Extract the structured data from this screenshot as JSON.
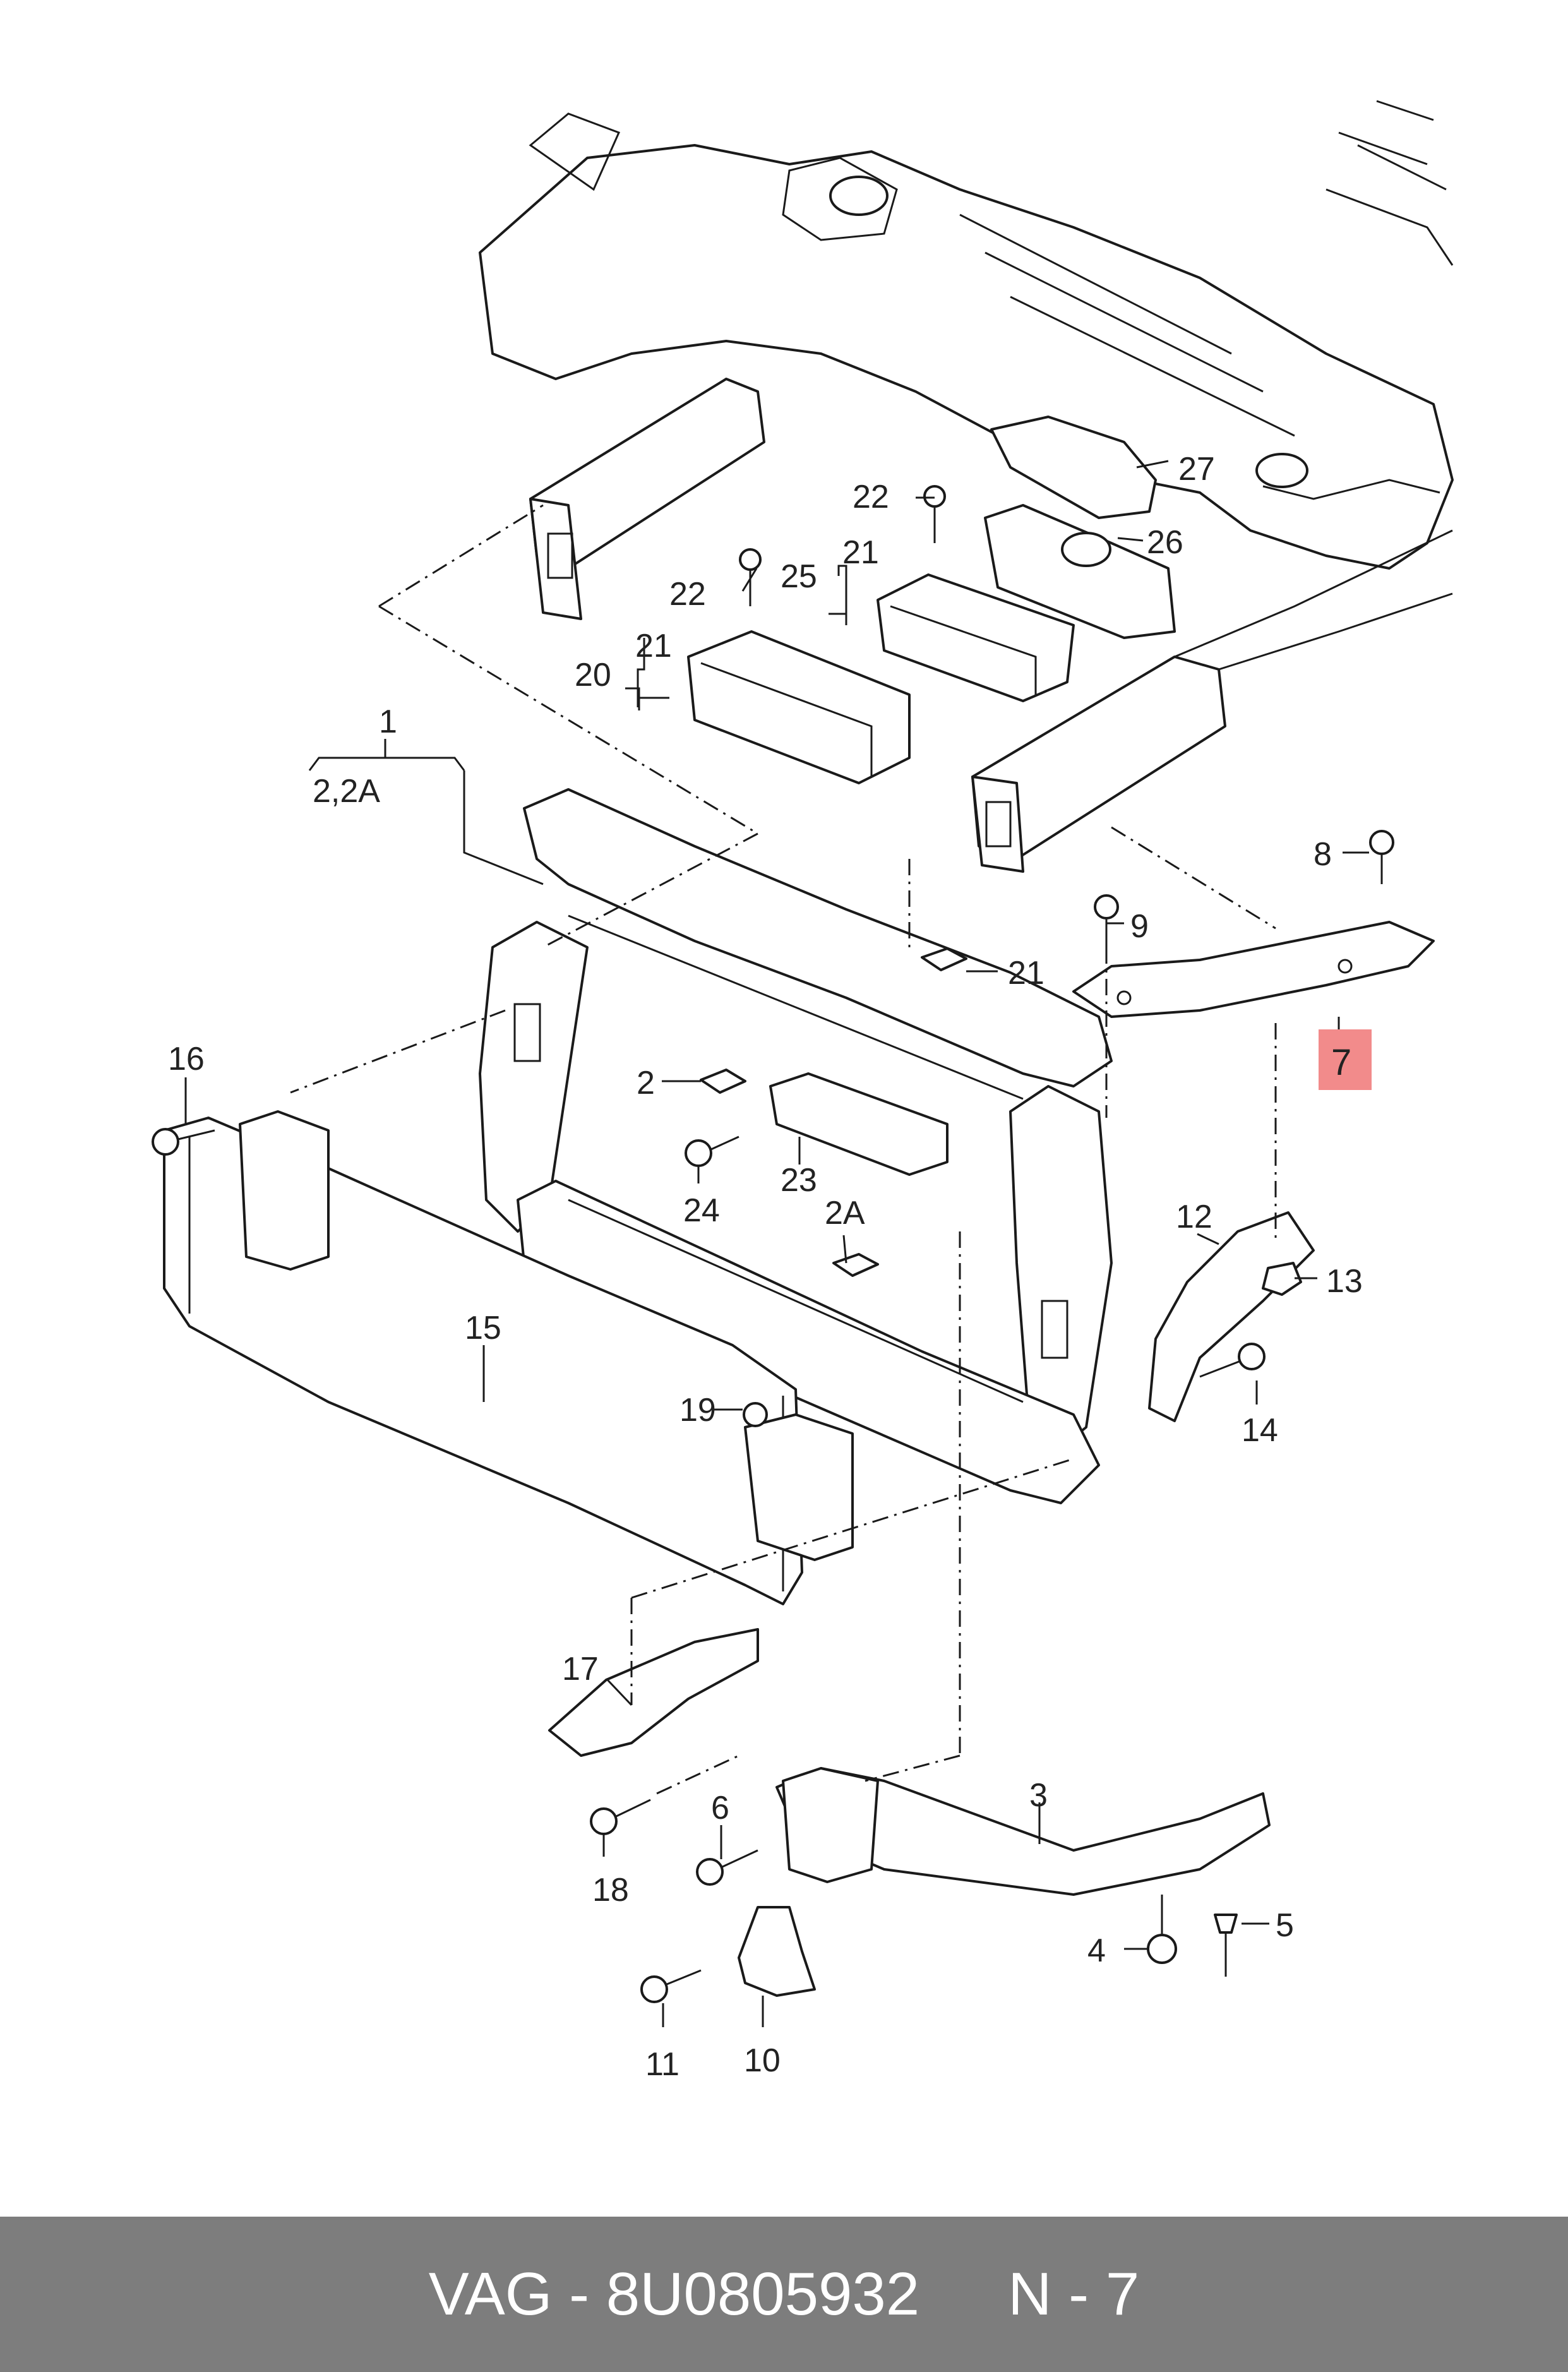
{
  "callouts": {
    "c1": "1",
    "c2_2a": "2,2A",
    "c2": "2",
    "c2a": "2A",
    "c3": "3",
    "c4": "4",
    "c5": "5",
    "c6": "6",
    "c7": "7",
    "c8": "8",
    "c9": "9",
    "c10": "10",
    "c11": "11",
    "c12": "12",
    "c13": "13",
    "c14": "14",
    "c15": "15",
    "c16": "16",
    "c17": "17",
    "c18": "18",
    "c19": "19",
    "c20": "20",
    "c21a": "21",
    "c21b": "21",
    "c21c": "21",
    "c22a": "22",
    "c22b": "22",
    "c23": "23",
    "c24": "24",
    "c25": "25",
    "c26": "26",
    "c27": "27"
  },
  "highlight": {
    "label": "7",
    "color": "#f28b8b"
  },
  "footer": {
    "brand_part": "VAG - 8U0805932",
    "position": "N - 7"
  },
  "colors": {
    "line": "#1a1a1a",
    "footer_bg": "#7d7d7d",
    "footer_text": "#ffffff"
  }
}
